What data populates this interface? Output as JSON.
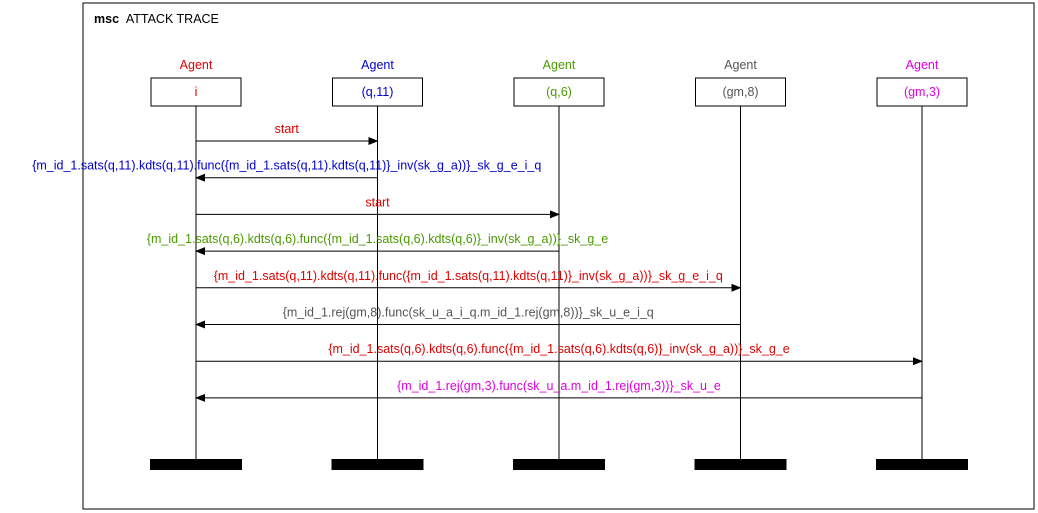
{
  "diagram": {
    "keyword": "msc",
    "title": "ATTACK TRACE"
  },
  "lifelines": [
    {
      "role": "Agent",
      "name": "i",
      "color": "#e00000"
    },
    {
      "role": "Agent",
      "name": "(q,11)",
      "color": "#0000cc"
    },
    {
      "role": "Agent",
      "name": "(q,6)",
      "color": "#4a9a00"
    },
    {
      "role": "Agent",
      "name": "(gm,8)",
      "color": "#555555"
    },
    {
      "role": "Agent",
      "name": "(gm,3)",
      "color": "#e000e0"
    }
  ],
  "messages": [
    {
      "from": 0,
      "to": 1,
      "label": "start",
      "color": "#e00000"
    },
    {
      "from": 1,
      "to": 0,
      "label": "{m_id_1.sats(q,11).kdts(q,11).func({m_id_1.sats(q,11).kdts(q,11)}_inv(sk_g_a))}_sk_g_e_i_q",
      "color": "#0000cc"
    },
    {
      "from": 0,
      "to": 2,
      "label": "start",
      "color": "#e00000"
    },
    {
      "from": 2,
      "to": 0,
      "label": "{m_id_1.sats(q,6).kdts(q,6).func({m_id_1.sats(q,6).kdts(q,6)}_inv(sk_g_a))}_sk_g_e",
      "color": "#4a9a00"
    },
    {
      "from": 0,
      "to": 3,
      "label": "{m_id_1.sats(q,11).kdts(q,11).func({m_id_1.sats(q,11).kdts(q,11)}_inv(sk_g_a))}_sk_g_e_i_q",
      "color": "#e00000"
    },
    {
      "from": 3,
      "to": 0,
      "label": "{m_id_1.rej(gm,8).func(sk_u_a_i_q.m_id_1.rej(gm,8))}_sk_u_e_i_q",
      "color": "#555555"
    },
    {
      "from": 0,
      "to": 4,
      "label": "{m_id_1.sats(q,6).kdts(q,6).func({m_id_1.sats(q,6).kdts(q,6)}_inv(sk_g_a))}_sk_g_e",
      "color": "#e00000"
    },
    {
      "from": 4,
      "to": 0,
      "label": "{m_id_1.rej(gm,3).func(sk_u_a.m_id_1.rej(gm,3))}_sk_u_e",
      "color": "#e000e0"
    }
  ]
}
